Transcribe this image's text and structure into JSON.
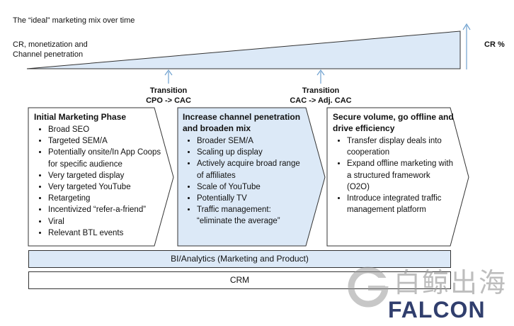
{
  "header": {
    "title": "The “ideal” marketing mix over time",
    "left_label_line1": "CR, monetization and",
    "left_label_line2": "Channel penetration",
    "right_label": "CR %"
  },
  "transitions": [
    {
      "label": "Transition",
      "detail": "CPO -> CAC"
    },
    {
      "label": "Transition",
      "detail": "CAC -> Adj. CAC"
    }
  ],
  "phases": [
    {
      "title": "Initial Marketing Phase",
      "items": [
        "Broad SEO",
        "Targeted SEM/A",
        "Potentially onsite/In App Coops for specific audience",
        "Very targeted display",
        "Very targeted YouTube",
        "Retargeting",
        "Incentivized “refer-a-friend”",
        "Viral",
        "Relevant BTL events"
      ],
      "fill": "#ffffff"
    },
    {
      "title": "Increase channel penetration and broaden mix",
      "items": [
        "Broader SEM/A",
        "Scaling up display",
        "Actively acquire broad range of affiliates",
        "Scale of YouTube",
        "Potentially TV",
        "Traffic management: “eliminate the average”"
      ],
      "fill": "#dce9f7"
    },
    {
      "title": "Secure volume, go offline and drive efficiency",
      "items": [
        "Transfer display deals into cooperation",
        "Expand offline marketing with a structured framework (O2O)",
        "Introduce integrated traffic management platform"
      ],
      "fill": "#ffffff"
    }
  ],
  "bars": {
    "analytics": "BI/Analytics (Marketing and Product)",
    "crm": "CRM"
  },
  "watermark": {
    "chinese": "白鲸出海",
    "english": "FALCON"
  },
  "colors": {
    "wedge_fill": "#dce9f7",
    "arrow": "#6fa1cf",
    "line": "#333333"
  }
}
